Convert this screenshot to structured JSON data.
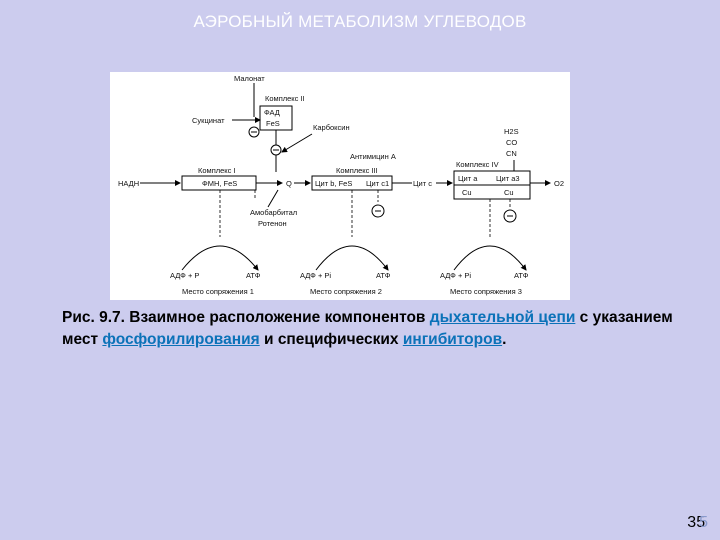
{
  "slide": {
    "title": "АЭРОБНЫЙ МЕТАБОЛИЗМ УГЛЕВОДОВ",
    "page_number": "35",
    "page_number_ghost": "5"
  },
  "diagram": {
    "labels": {
      "malonate": "Малонат",
      "complex2": "Комплекс II",
      "fad": "ФАД",
      "fes": "FeS",
      "succinate": "Сукцинат",
      "carboxin": "Карбоксин",
      "antimycin": "Антимицин А",
      "complex1": "Комплекс I",
      "fmn_fes": "ФМН, FeS",
      "nadh": "НАДН",
      "q": "Q",
      "complex3": "Комплекс III",
      "cyt_b": "Цит b, FeS",
      "cyt_c1": "Цит c1",
      "cyt_c": "Цит c",
      "h2s": "H2S",
      "co": "CO",
      "cn": "CN",
      "complex4": "Комплекс IV",
      "cyt_a": "Цит a",
      "cyt_a3": "Цит a3",
      "cu_a": "Cu",
      "cu_b": "Cu",
      "o2": "O2",
      "amobarbital": "Амобарбитал",
      "rotenone": "Ротенон",
      "adp1": "АДФ + P",
      "atp1": "АТФ",
      "site1": "Место сопряжения 1",
      "adp2": "АДФ + Pi",
      "atp2": "АТФ",
      "site2": "Место сопряжения 2",
      "adp3": "АДФ + Pi",
      "atp3": "АТФ",
      "site3": "Место сопряжения 3"
    }
  },
  "caption": {
    "part1": "Рис. 9.7. Взаимное расположение компонентов ",
    "link1": "дыхательной цепи",
    "part2": " с указанием мест ",
    "link2": "фосфорилирования",
    "part3": " и специфических ",
    "link3": "ингибиторов",
    "part4": "."
  }
}
